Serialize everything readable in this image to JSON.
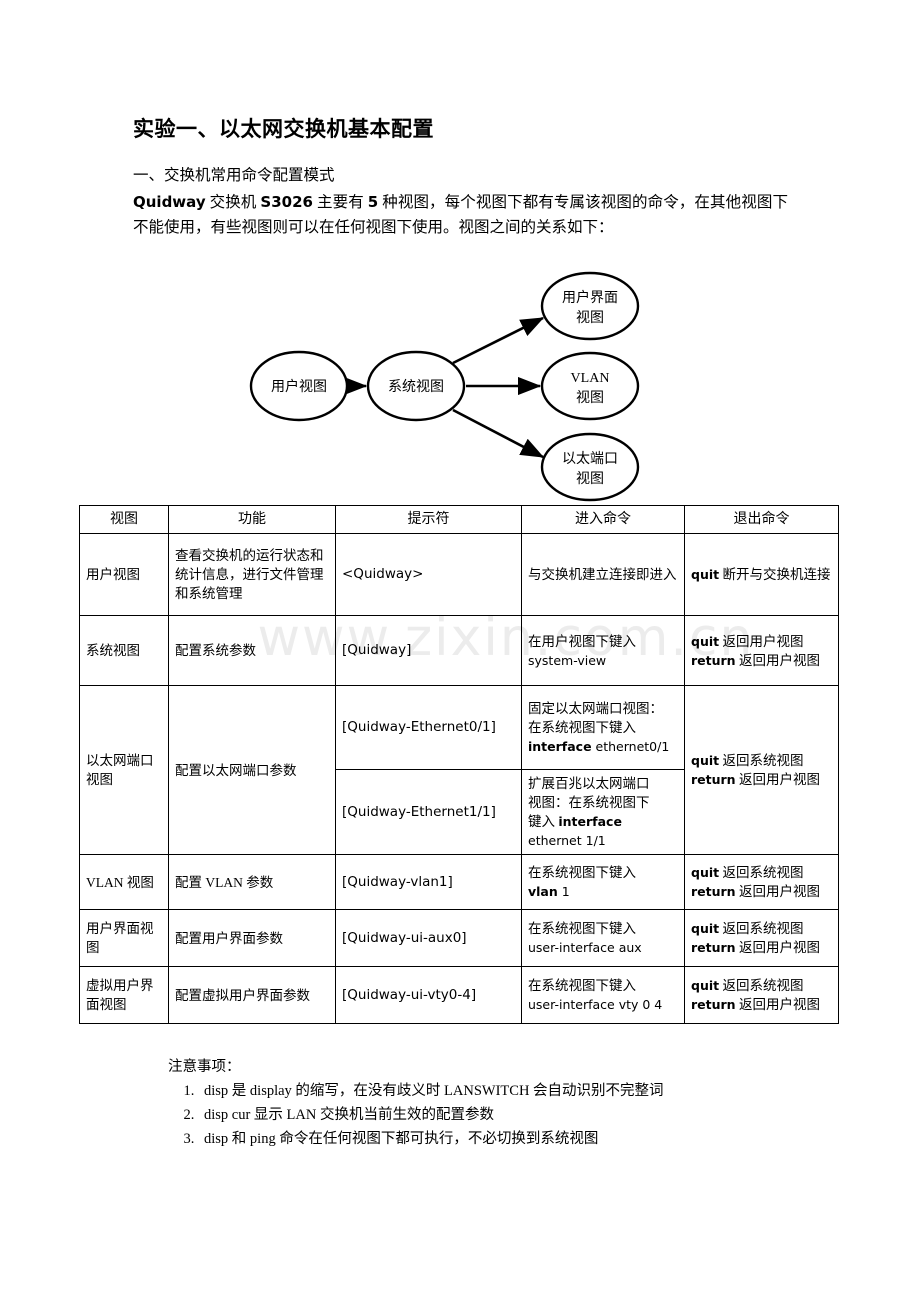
{
  "document": {
    "title": "实验一、以太网交换机基本配置",
    "section_heading": "一、交换机常用命令配置模式",
    "intro_prefix_bold": "Quidway",
    "intro_mid1": " 交换机 ",
    "intro_bold2": "S3026",
    "intro_mid2": " 主要有 ",
    "intro_bold3": "5",
    "intro_rest": " 种视图，每个视图下都有专属该视图的命令，在其他视图下不能使用，有些视图则可以在任何视图下使用。视图之间的关系如下："
  },
  "watermark": "www.zixin.com.cn",
  "diagram": {
    "nodes": [
      {
        "id": "user-view",
        "label_line1": "用户视图",
        "label_line2": ""
      },
      {
        "id": "system-view",
        "label_line1": "系统视图",
        "label_line2": ""
      },
      {
        "id": "user-interface-view",
        "label_line1": "用户界面",
        "label_line2": "视图"
      },
      {
        "id": "vlan-view",
        "label_line1": "VLAN",
        "label_line2": "视图"
      },
      {
        "id": "ethernet-port-view",
        "label_line1": "以太端口",
        "label_line2": "视图"
      }
    ],
    "edges": [
      {
        "from": "user-view",
        "to": "system-view"
      },
      {
        "from": "system-view",
        "to": "user-interface-view"
      },
      {
        "from": "system-view",
        "to": "vlan-view"
      },
      {
        "from": "system-view",
        "to": "ethernet-port-view"
      }
    ]
  },
  "table": {
    "headers": [
      "视图",
      "功能",
      "提示符",
      "进入命令",
      "退出命令"
    ],
    "rows": [
      {
        "view": "用户视图",
        "function": "查看交换机的运行状态和统计信息，进行文件管理和系统管理",
        "prompt": "<Quidway>",
        "enter": "与交换机建立连接即进入",
        "exit_kw1": "quit",
        "exit_txt1": " 断开与交换机连接",
        "exit_kw2": "",
        "exit_txt2": ""
      },
      {
        "view": "系统视图",
        "function": "配置系统参数",
        "prompt": "[Quidway]",
        "enter_line1": "在用户视图下键入",
        "enter_line2": "system-view",
        "exit_kw1": "quit",
        "exit_txt1": " 返回用户视图",
        "exit_kw2": "return",
        "exit_txt2": " 返回用户视图"
      },
      {
        "view": "以太网端口视图",
        "function": "配置以太网端口参数",
        "sub_rows": [
          {
            "prompt": "[Quidway-Ethernet0/1]",
            "enter_line1": "固定以太网端口视图：",
            "enter_line2": "在系统视图下键入",
            "enter_kw": "interface",
            "enter_line3": " ethernet0/1"
          },
          {
            "prompt": "[Quidway-Ethernet1/1]",
            "enter_line1": "扩展百兆以太网端口",
            "enter_line2": "视图：在系统视图下",
            "enter_line3": "键入 ",
            "enter_kw": "interface",
            "enter_line4": "ethernet 1/1"
          }
        ],
        "exit_kw1": "quit",
        "exit_txt1": " 返回系统视图",
        "exit_kw2": "return",
        "exit_txt2": " 返回用户视图"
      },
      {
        "view": "VLAN 视图",
        "function": "配置 VLAN 参数",
        "prompt": "[Quidway-vlan1]",
        "enter_line1": "在系统视图下键入",
        "enter_kw": "vlan",
        "enter_line2": " 1",
        "exit_kw1": "quit",
        "exit_txt1": " 返回系统视图",
        "exit_kw2": "return",
        "exit_txt2": " 返回用户视图"
      },
      {
        "view": "用户界面视图",
        "function": "配置用户界面参数",
        "prompt": "[Quidway-ui-aux0]",
        "enter_line1": "在系统视图下键入",
        "enter_line2": "user-interface aux",
        "exit_kw1": "quit",
        "exit_txt1": " 返回系统视图",
        "exit_kw2": "return",
        "exit_txt2": " 返回用户视图"
      },
      {
        "view": "虚拟用户界面视图",
        "function": "配置虚拟用户界面参数",
        "prompt": "[Quidway-ui-vty0-4]",
        "enter_line1": "在系统视图下键入",
        "enter_line2": "user-interface vty 0 4",
        "exit_kw1": "quit",
        "exit_txt1": " 返回系统视图",
        "exit_kw2": "return",
        "exit_txt2": " 返回用户视图"
      }
    ]
  },
  "notes": {
    "title": "注意事项：",
    "items": [
      "disp 是 display 的缩写，在没有歧义时 LANSWITCH 会自动识别不完整词",
      "disp cur 显示 LAN 交换机当前生效的配置参数",
      "disp 和 ping 命令在任何视图下都可执行，不必切换到系统视图"
    ]
  },
  "colors": {
    "text": "#000000",
    "border": "#000000",
    "watermark": "#ececec",
    "background": "#ffffff"
  }
}
